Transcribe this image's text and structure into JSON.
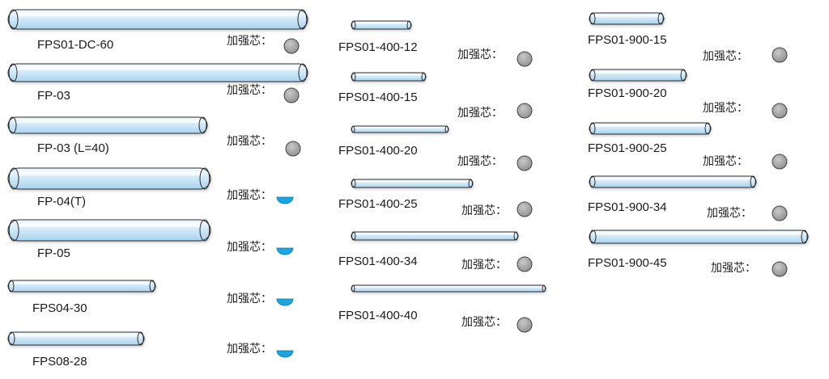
{
  "colors": {
    "tube_fill": "#d6ecf8",
    "tube_stroke": "#2a2a2a",
    "core_grey": "#a6a6a6",
    "core_blue": "#1aa6e6"
  },
  "core_text": "加强芯：",
  "items": [
    {
      "id": "FPS01-DC-60",
      "label": "FPS01-DC-60",
      "core": "grey-circle-icon"
    },
    {
      "id": "FP-03",
      "label": "FP-03",
      "core": "grey-circle-icon"
    },
    {
      "id": "FP-03-L40",
      "label": "FP-03 (L=40)",
      "core": "grey-circle-icon"
    },
    {
      "id": "FP-04-T",
      "label": "FP-04(T)",
      "core": "blue-half-circle-icon"
    },
    {
      "id": "FP-05",
      "label": "FP-05",
      "core": "blue-half-circle-icon"
    },
    {
      "id": "FPS04-30",
      "label": "FPS04-30",
      "core": "blue-half-circle-icon"
    },
    {
      "id": "FPS08-28",
      "label": "FPS08-28",
      "core": "blue-half-circle-icon"
    },
    {
      "id": "FPS01-400-12",
      "label": "FPS01-400-12",
      "core": "grey-circle-icon"
    },
    {
      "id": "FPS01-400-15",
      "label": "FPS01-400-15",
      "core": "grey-circle-icon"
    },
    {
      "id": "FPS01-400-20",
      "label": "FPS01-400-20",
      "core": "grey-circle-icon"
    },
    {
      "id": "FPS01-400-25",
      "label": "FPS01-400-25",
      "core": "grey-circle-icon"
    },
    {
      "id": "FPS01-400-34",
      "label": "FPS01-400-34",
      "core": "grey-circle-icon"
    },
    {
      "id": "FPS01-400-40",
      "label": "FPS01-400-40",
      "core": "grey-circle-icon"
    },
    {
      "id": "FPS01-900-15",
      "label": "FPS01-900-15",
      "core": "grey-circle-icon"
    },
    {
      "id": "FPS01-900-20",
      "label": "FPS01-900-20",
      "core": "grey-circle-icon"
    },
    {
      "id": "FPS01-900-25",
      "label": "FPS01-900-25",
      "core": "grey-circle-icon"
    },
    {
      "id": "FPS01-900-34",
      "label": "FPS01-900-34",
      "core": "grey-circle-icon"
    },
    {
      "id": "FPS01-900-45",
      "label": "FPS01-900-45",
      "core": "grey-circle-icon"
    }
  ]
}
